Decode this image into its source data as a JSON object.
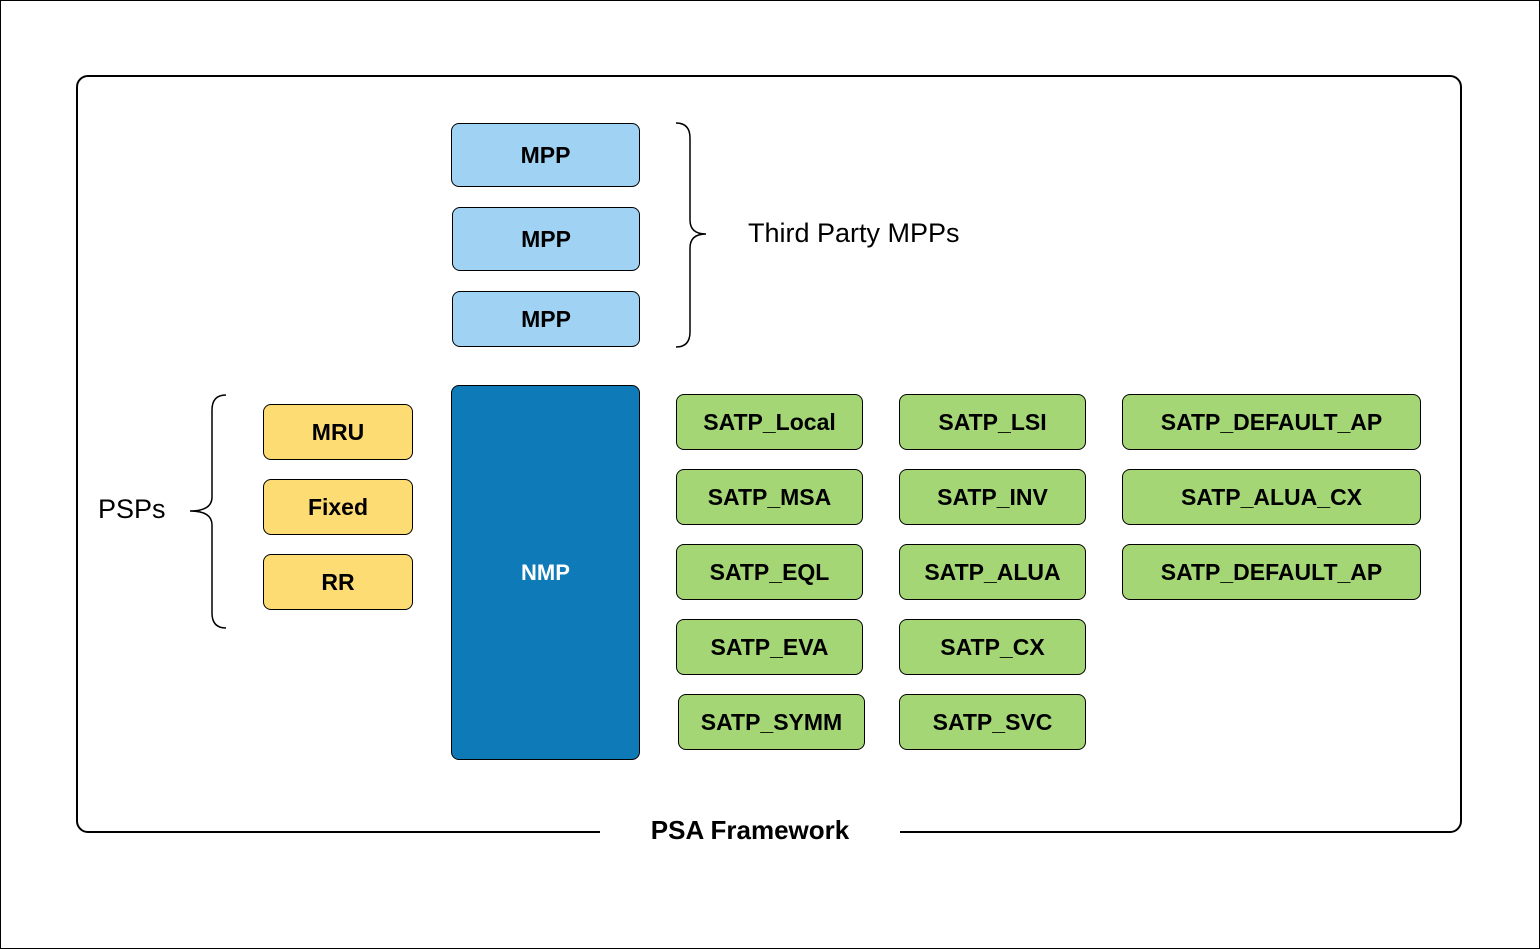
{
  "framework": {
    "label": "PSA Framework"
  },
  "third_party": {
    "label": "Third Party MPPs",
    "boxes": [
      "MPP",
      "MPP",
      "MPP"
    ]
  },
  "psps": {
    "label": "PSPs",
    "boxes": [
      "MRU",
      "Fixed",
      "RR"
    ]
  },
  "nmp": {
    "label": "NMP"
  },
  "satps": {
    "col1": [
      "SATP_Local",
      "SATP_MSA",
      "SATP_EQL",
      "SATP_EVA",
      "SATP_SYMM"
    ],
    "col2": [
      "SATP_LSI",
      "SATP_INV",
      "SATP_ALUA",
      "SATP_CX",
      "SATP_SVC"
    ],
    "col3": [
      "SATP_DEFAULT_AP",
      "SATP_ALUA_CX",
      "SATP_DEFAULT_AP"
    ]
  },
  "colors": {
    "mpp": "#9fd2f3",
    "psp": "#fddc74",
    "satp": "#a4d676",
    "nmp": "#0e7ab8"
  }
}
